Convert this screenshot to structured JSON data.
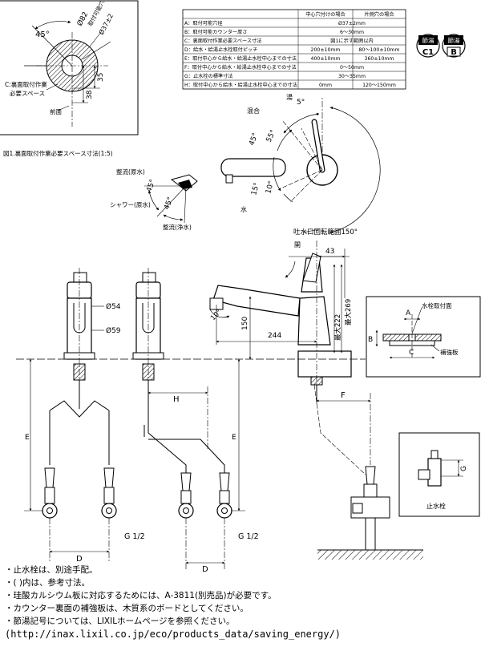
{
  "inset": {
    "angle": "45°",
    "dia_outer": "Ø82",
    "dia_hole": "Ø37±2",
    "hole_label": "取付可能穴",
    "dim_35": "35",
    "dim_38": "38",
    "note_c": "C:裏面取付作業",
    "note_c2": "必要スペース",
    "front": "前面",
    "caption": "図1.裏面取付作業必要スペース寸法(1:5)"
  },
  "table": {
    "col1": "中心穴付けの場合",
    "col2": "片側穴の場合",
    "rows": [
      {
        "label": "A：取付可能穴径",
        "v1": "Ø37±2mm",
        "v2": ""
      },
      {
        "label": "B：取付可能カウンター厚さ",
        "v1": "6～30mm",
        "v2": ""
      },
      {
        "label": "C：裏面取付作業必要スペース寸法",
        "v1": "図1に示す範囲以内",
        "v2": ""
      },
      {
        "label": "D：給水・給湯止水栓取付ピッチ",
        "v1": "200±10mm",
        "v2": "80～100±10mm"
      },
      {
        "label": "E：取付中心から給水・給湯止水栓中心までの寸法",
        "v1": "400±10mm",
        "v2": "360±10mm"
      },
      {
        "label": "F：取付中心から給水・給湯止水栓中心までの寸法",
        "v1": "0～50mm",
        "v2": ""
      },
      {
        "label": "G：止水栓の標準寸法",
        "v1": "30～35mm",
        "v2": ""
      },
      {
        "label": "H：取付中心から給水・給湯止水栓中心までの寸法",
        "v1": "0mm",
        "v2": "120～150mm"
      }
    ]
  },
  "badges": {
    "b1_top": "節湯",
    "b1_bottom": "C1",
    "b2_top": "節湯",
    "b2_bottom": "B"
  },
  "top_view": {
    "hot": "湯",
    "mix": "混合",
    "water": "水",
    "a5": "5°",
    "a45": "45°",
    "a55": "55°",
    "a15": "15°",
    "a10": "10°",
    "spout_range": "吐水口回転範囲150°"
  },
  "spray": {
    "seiryu_gen": "整流(原水)",
    "shower_gen": "シャワー(原水)",
    "seiryu_jou": "整流(浄水)",
    "a45a": "45°",
    "a45b": "45°"
  },
  "front_view": {
    "d54": "Ø54",
    "d59": "Ø59"
  },
  "side_view": {
    "open": "開",
    "d43": "43",
    "d269": "最大269",
    "d222": "最大222",
    "d150": "150",
    "d244": "244",
    "a10": "10°"
  },
  "counter_detail": {
    "label_top": "水栓取付面",
    "label_a": "A",
    "label_b": "B",
    "label_c": "C",
    "label_plate": "補強板"
  },
  "pipes": {
    "E": "E",
    "H": "H",
    "F": "F",
    "D": "D",
    "G": "G",
    "g12a": "G 1/2",
    "g12b": "G 1/2",
    "valve": "止水栓"
  },
  "notes": [
    "・止水栓は、別途手配。",
    "・( )内は、参考寸法。",
    "・珪酸カルシウム板に対応するためには、A-3811(別売品)が必要です。",
    "・カウンター裏面の補強板は、木質系のボードとしてください。",
    "・節湯記号については、LIXILホームページを参照ください。"
  ],
  "url": "(http://inax.lixil.co.jp/eco/products_data/saving_energy/)"
}
